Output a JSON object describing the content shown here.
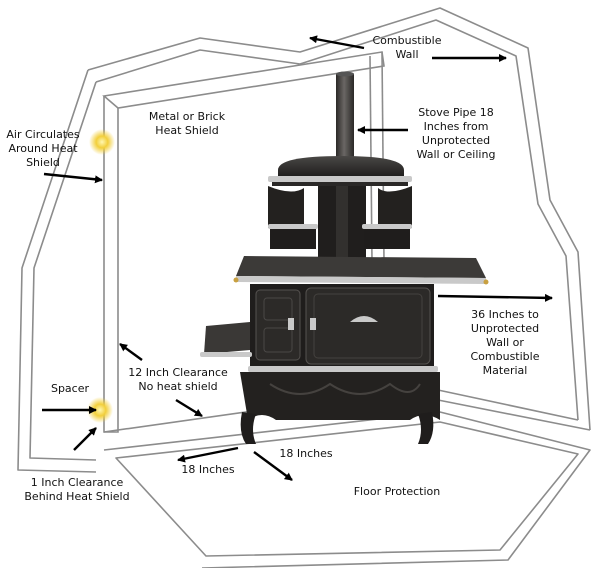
{
  "labels": {
    "combustible_wall": [
      "Combustible",
      "Wall"
    ],
    "heat_shield": [
      "Metal or Brick",
      "Heat Shield"
    ],
    "stove_pipe": [
      "Stove Pipe 18",
      "Inches from",
      "Unprotected",
      "Wall or Ceiling"
    ],
    "air_circulates": [
      "Air Circulates",
      "Around Heat",
      "Shield"
    ],
    "clearance_36": [
      "36 Inches to",
      "Unprotected",
      "Wall or",
      "Combustible",
      "Material"
    ],
    "clearance_12": [
      "12 Inch Clearance",
      "No heat shield"
    ],
    "spacer": "Spacer",
    "clearance_1": [
      "1 Inch Clearance",
      "Behind Heat Shield"
    ],
    "eighteen_left": "18 Inches",
    "eighteen_right": "18 Inches",
    "floor_protection": "Floor Protection"
  },
  "colors": {
    "wall_line": "#8c8c8c",
    "stove_body": "#1f1d1c",
    "chrome": "#c9c9c9",
    "brass_spacer": "#e8c23a",
    "arrow": "#000000"
  }
}
